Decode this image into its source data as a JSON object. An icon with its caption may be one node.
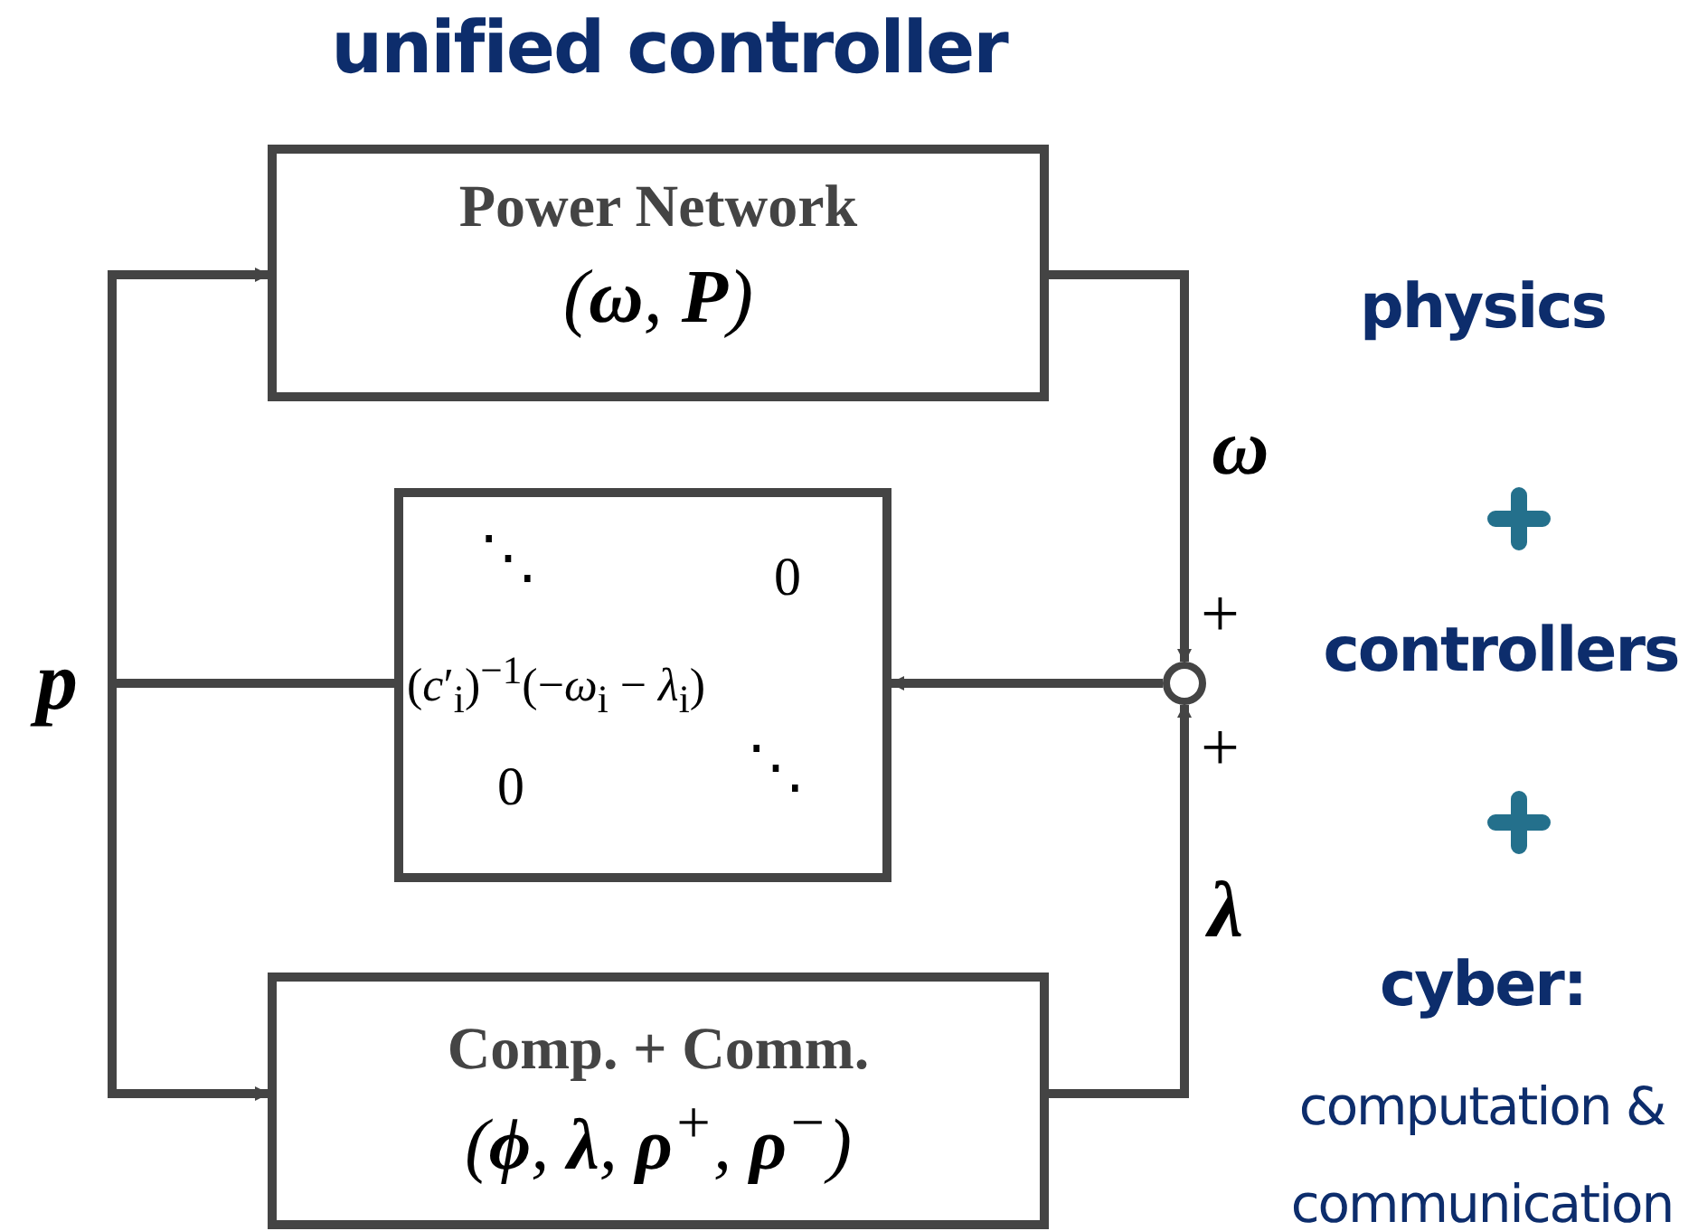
{
  "diagram": {
    "title": "unified controller",
    "nodes": [
      {
        "text": [
          "Power Network",
          "(**ω**, **P**)"
        ]
      },
      {
        "text": [
          "⋱",
          "0",
          "(*c*′$_{i}$)$^{−1}$(−*ω*$_{i}$ − *λ*$_{i}$)",
          "0",
          "⋱"
        ]
      },
      {
        "text": [],
        "shape": "circle"
      },
      {
        "text": [
          "Comp. + Comm.",
          "(**ϕ**, **λ**, **ρ**$^{+}$, **ρ**$^{−}$)"
        ]
      }
    ],
    "edges": [
      {
        "from": 0,
        "to": 2,
        "arrow": "to",
        "label": "**ω**"
      },
      {
        "from": 3,
        "to": 2,
        "arrow": "to",
        "label": "**λ**"
      },
      {
        "from": 2,
        "to": 1,
        "arrow": "to"
      },
      {
        "from": 1,
        "to": 0,
        "arrow": "to"
      },
      {
        "from": 1,
        "to": 3,
        "arrow": "to"
      }
    ],
    "labels": [
      "**p**",
      "+",
      "+",
      "physics",
      "controllers",
      "cyber:",
      "computation & communication"
    ]
  }
}
